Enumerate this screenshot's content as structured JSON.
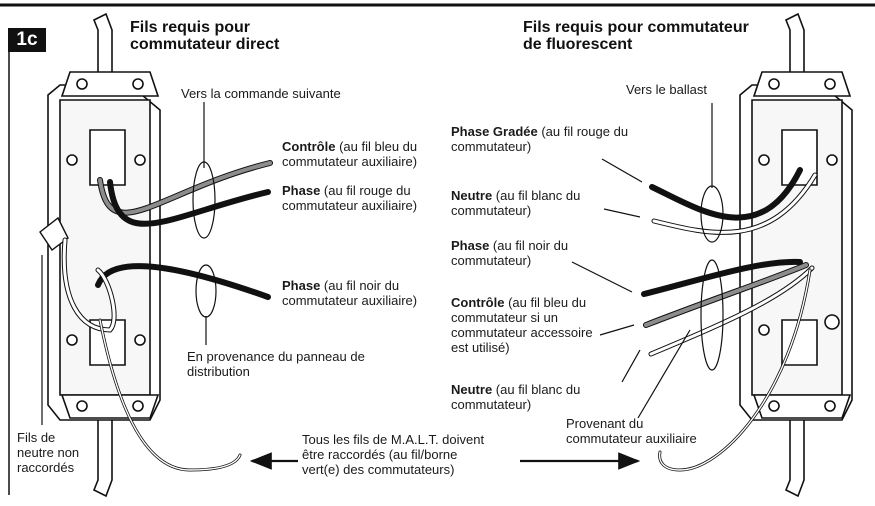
{
  "badge": "1c",
  "left": {
    "title_line1": "Fils requis pour",
    "title_line2": "commutateur direct",
    "to_next": "Vers la commande suivante",
    "control": {
      "bold": "Contrôle",
      "rest1": " (au fil bleu du",
      "line2": "commutateur auxiliaire)"
    },
    "phase_red": {
      "bold": "Phase",
      "rest1": " (au fil rouge du",
      "line2": "commutateur auxiliaire)"
    },
    "phase_black": {
      "bold": "Phase",
      "rest1": " (au fil noir du",
      "line2": "commutateur auxiliaire)"
    },
    "from_panel_line1": "En provenance du panneau de",
    "from_panel_line2": "distribution",
    "neutral_line1": "Fils de",
    "neutral_line2": "neutre non",
    "neutral_line3": "raccordés"
  },
  "right": {
    "title_line1": "Fils requis pour commutateur",
    "title_line2": "de fluorescent",
    "to_ballast": "Vers le ballast",
    "phase_dimmed": {
      "bold": "Phase Gradée",
      "rest1": " (au fil rouge du",
      "line2": "commutateur)"
    },
    "neutral_top": {
      "bold": "Neutre",
      "rest1": " (au fil blanc du",
      "line2": "commutateur)"
    },
    "phase_black": {
      "bold": "Phase",
      "rest1": " (au fil noir du",
      "line2": "commutateur)"
    },
    "control": {
      "bold": "Contrôle",
      "rest1": " (au fil bleu du",
      "line2": "commutateur si un",
      "line3": "commutateur accessoire",
      "line4": "est utilisé)"
    },
    "neutral_bottom": {
      "bold": "Neutre",
      "rest1": " (au fil blanc du",
      "line2": "commutateur)"
    },
    "from_aux_line1": "Provenant du",
    "from_aux_line2": "commutateur auxiliaire"
  },
  "ground_note": {
    "line1": "Tous les fils de M.A.L.T. doivent",
    "line2": "être raccordés (au fil/borne",
    "line3": "vert(e) des commutateurs)"
  },
  "colors": {
    "ink": "#1a1a1a",
    "box_fill": "#ffffff",
    "wire_black": "#111111",
    "wire_gray": "#8c8c8c",
    "wire_white": "#f4f4f4"
  }
}
